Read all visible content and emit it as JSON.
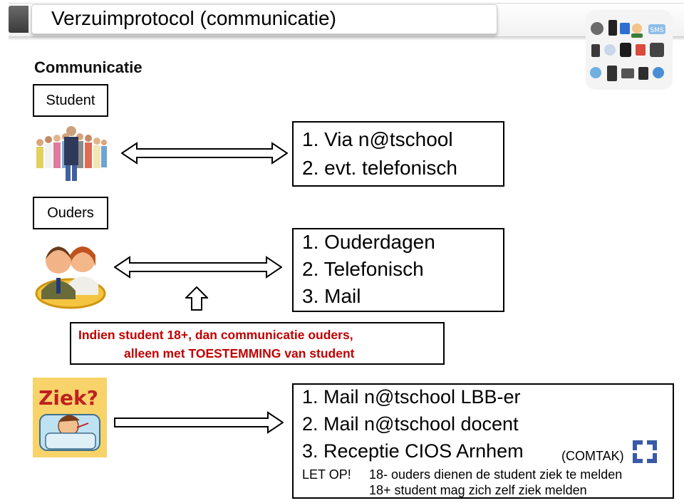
{
  "title": "Verzuimprotocol (communicatie)",
  "heading": "Communicatie",
  "student": {
    "label": "Student",
    "items": [
      "1. Via n@tschool",
      "2. evt. telefonisch"
    ]
  },
  "parents": {
    "label": "Ouders",
    "items": [
      "1. Ouderdagen",
      "2. Telefonisch",
      "3. Mail"
    ]
  },
  "warning": {
    "line1": "Indien student 18+, dan communicatie ouders,",
    "line2": "alleen met TOESTEMMING van student"
  },
  "sick": {
    "image_text": "Ziek?",
    "items": [
      "1. Mail n@tschool LBB-er",
      "2. Mail n@tschool docent",
      "3. Receptie CIOS Arnhem"
    ],
    "comtak": "(COMTAK)",
    "letop_label": "LET OP!",
    "letop_line1": "18- ouders dienen de student ziek te melden",
    "letop_line2": "18+ student mag zich zelf ziek melden"
  },
  "sms_badge": "SMS",
  "colors": {
    "warning_text": "#c00000",
    "border": "#000000",
    "comtak_blue": "#3a5aa8"
  }
}
